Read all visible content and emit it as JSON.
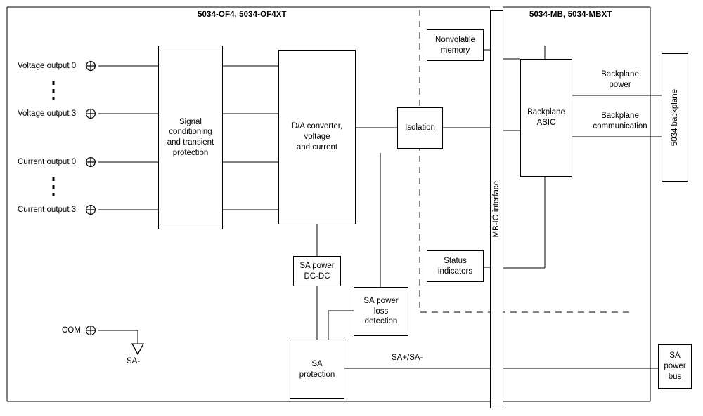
{
  "diagram": {
    "title_left": "5034-OF4, 5034-OF4XT",
    "title_right": "5034-MB, 5034-MBXT",
    "blocks": {
      "signal_conditioning": "Signal\nconditioning\nand transient\nprotection",
      "da_converter": "D/A converter,\nvoltage\nand current",
      "isolation": "Isolation",
      "nonvolatile_memory": "Nonvolatile\nmemory",
      "status_indicators": "Status\nindicators",
      "mb_io_interface": "MB-IO interface",
      "backplane_asic": "Backplane\nASIC",
      "backplane_5034": "5034 backplane",
      "sa_power_dcdc": "SA power\nDC-DC",
      "sa_power_loss": "SA power\nloss\ndetection",
      "sa_protection": "SA\nprotection",
      "sa_power_bus": "SA\npower\nbus"
    },
    "terminals": [
      {
        "id": "voltage-output-0",
        "label": "Voltage output 0"
      },
      {
        "id": "voltage-output-3",
        "label": "Voltage output 3"
      },
      {
        "id": "current-output-0",
        "label": "Current output 0"
      },
      {
        "id": "current-output-3",
        "label": "Current output 3"
      },
      {
        "id": "com",
        "label": "COM"
      }
    ],
    "wire_labels": {
      "backplane_power": "Backplane\npower",
      "backplane_communication": "Backplane\ncommunication",
      "sa_plus_minus": "SA+/SA-",
      "sa_minus": "SA-"
    },
    "colors": {
      "line": "#000000",
      "background": "#ffffff",
      "text": "#000000"
    }
  }
}
